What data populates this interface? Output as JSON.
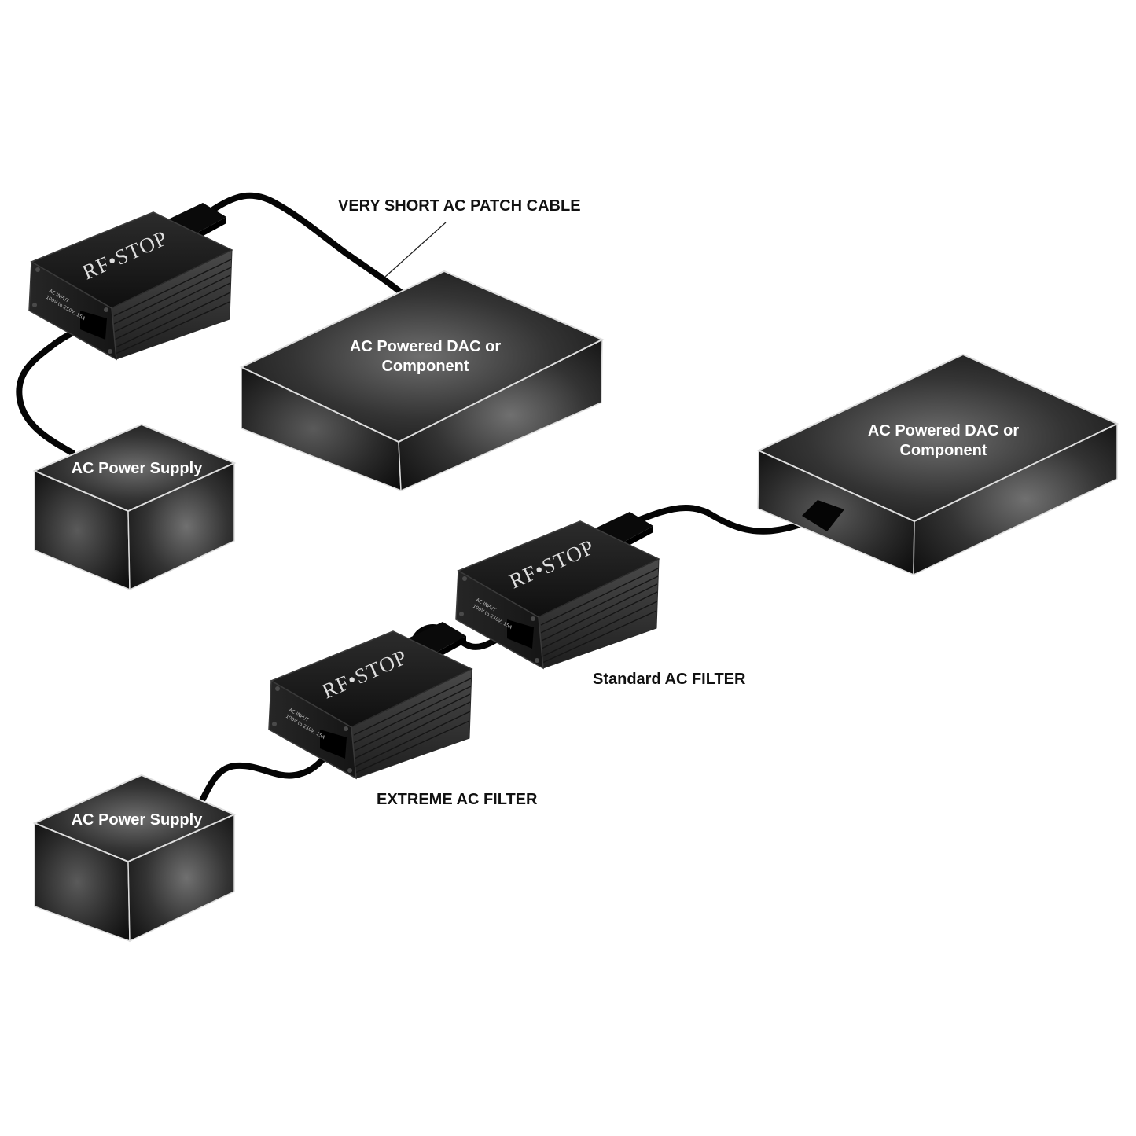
{
  "labels": {
    "patch_cable": "VERY SHORT AC PATCH CABLE",
    "standard_filter": "Standard AC FILTER",
    "extreme_filter": "EXTREME AC FILTER"
  },
  "components": {
    "dac_top": [
      "AC Powered DAC or",
      "Component"
    ],
    "dac_right": [
      "AC Powered DAC or",
      "Component"
    ],
    "supply_top": "AC Power Supply",
    "supply_bottom": "AC Power Supply"
  },
  "filters": {
    "brand": "RF•STOP",
    "input_label": "AC INPUT",
    "input_rating": "100V to 250V, 15A"
  },
  "colors": {
    "box_light": "#6a6a6a",
    "box_dark": "#1a1a1a",
    "cable": "#050505"
  }
}
